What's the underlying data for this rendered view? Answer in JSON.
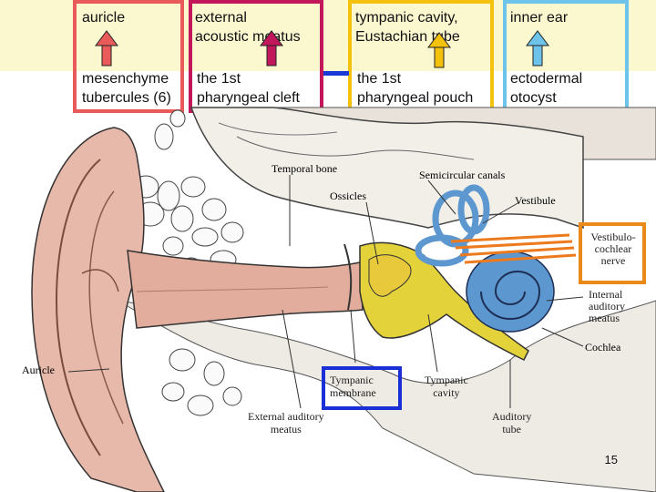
{
  "embryology": {
    "col1": {
      "structure": "auricle",
      "origin": "mesenchyme\ntubercules (6)",
      "color": "#e95a5a"
    },
    "col2": {
      "structure": "external\nacoustic meatus",
      "origin": "the 1st\npharyngeal cleft",
      "color": "#c2185b"
    },
    "col3": {
      "structure": "tympanic cavity,\nEustachian tube",
      "origin": "the 1st\npharyngeal pouch",
      "color": "#f4c20d"
    },
    "col4": {
      "structure": "inner ear",
      "origin": "ectodermal\notocyst",
      "color": "#6ec3ea"
    },
    "connector_color": "#1a3ad8"
  },
  "anatomy_labels": {
    "temporal_bone": "Temporal bone",
    "semicircular_canals": "Semicircular canals",
    "ossicles": "Ossicles",
    "vestibule": "Vestibule",
    "vestibulocochlear_nerve": "Vestibulo-\ncochlear\nnerve",
    "internal_auditory_meatus": "Internal\nauditory\nmeatus",
    "cochlea": "Cochlea",
    "auricle": "Auricle",
    "tympanic_membrane": "Tympanic\nmembrane",
    "tympanic_cavity": "Tympanic\ncavity",
    "external_auditory_meatus": "External auditory\nmeatus",
    "auditory_tube": "Auditory\ntube"
  },
  "highlight_colors": {
    "tympanic_membrane_box": "#1a2fd6",
    "nerve_box": "#e98a1a",
    "nerve_fibers": "#ee7a1e",
    "inner_ear_fill": "#5d97cf",
    "middle_ear_fill": "#e3d23a"
  },
  "slide_number": "15"
}
